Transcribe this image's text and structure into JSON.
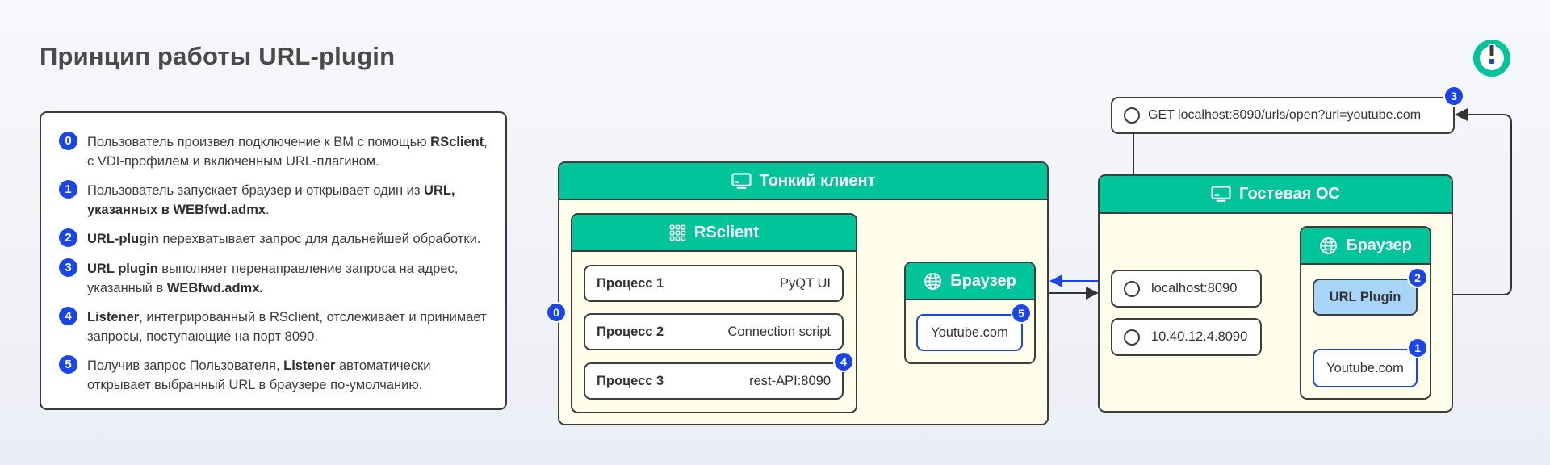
{
  "title": "Принцип работы URL-plugin",
  "logo_icon": "power-icon",
  "steps": [
    {
      "num": "0",
      "parts": [
        {
          "t": "Пользователь произвел подключение к ВМ с помощью "
        },
        {
          "t": "RSclient",
          "b": true
        },
        {
          "t": ", с VDI-профилем и включенным URL-плагином."
        }
      ]
    },
    {
      "num": "1",
      "parts": [
        {
          "t": "Пользователь запускает браузер и открывает один из "
        },
        {
          "t": "URL, указанных в WEBfwd.admx",
          "b": true
        },
        {
          "t": "."
        }
      ]
    },
    {
      "num": "2",
      "parts": [
        {
          "t": "URL-plugin",
          "b": true
        },
        {
          "t": " перехватывает запрос для дальнейшей обработки."
        }
      ]
    },
    {
      "num": "3",
      "parts": [
        {
          "t": "URL plugin",
          "b": true
        },
        {
          "t": " выполняет перенаправление запроса на адрес, указанный в "
        },
        {
          "t": "WEBfwd.admx.",
          "b": true
        }
      ]
    },
    {
      "num": "4",
      "parts": [
        {
          "t": "Listener",
          "b": true
        },
        {
          "t": ", интегрированный в RSclient, отслеживает и принимает запросы, поступающие на порт 8090."
        }
      ]
    },
    {
      "num": "5",
      "parts": [
        {
          "t": "Получив запрос Пользователя, "
        },
        {
          "t": "Listener",
          "b": true
        },
        {
          "t": " автоматически открывает выбранный URL в браузере по-умолчанию."
        }
      ]
    }
  ],
  "thin_client": {
    "title": "Тонкий клиент",
    "icon": "monitor-icon",
    "rsclient": {
      "title": "RSclient",
      "icon": "grid-dots-icon",
      "processes": [
        {
          "name": "Процесс 1",
          "value": "PyQT UI"
        },
        {
          "name": "Процесс 2",
          "value": "Connection script"
        },
        {
          "name": "Процесс 3",
          "value": "rest-API:8090"
        }
      ]
    },
    "browser": {
      "title": "Браузер",
      "icon": "globe-icon",
      "url": "Youtube.com"
    }
  },
  "guest_os": {
    "title": "Гостевая ОС",
    "icon": "monitor-icon",
    "endpoints": [
      "localhost:8090",
      "10.40.12.4.8090"
    ],
    "browser": {
      "title": "Браузер",
      "icon": "globe-icon",
      "plugin": "URL Plugin",
      "url": "Youtube.com"
    }
  },
  "request": "GET localhost:8090/urls/open?url=youtube.com",
  "badges": {
    "b0": "0",
    "b1": "1",
    "b2": "2",
    "b3": "3",
    "b4": "4",
    "b5": "5"
  },
  "colors": {
    "accent": "#00c49a",
    "blue": "#1a45ea",
    "panel_bg": "#fdfdea",
    "plugin_bg": "#a8d4f7"
  }
}
